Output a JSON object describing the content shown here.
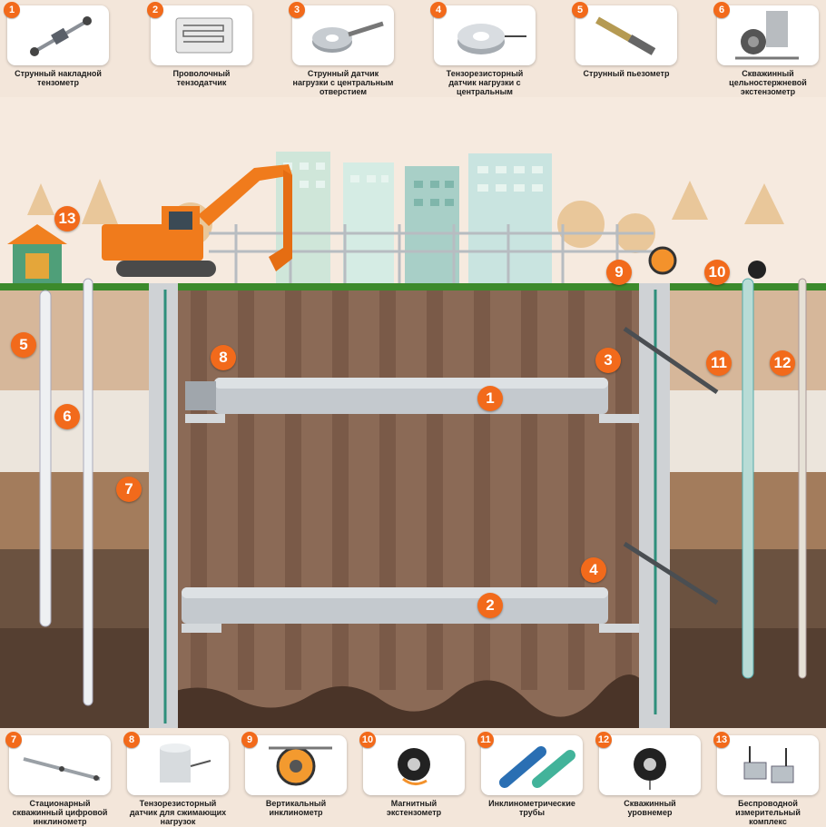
{
  "colors": {
    "accent": "#f26a1b",
    "band": "#f3e6da",
    "grass": "#3c8a2c",
    "sky": "#f6eadf"
  },
  "top_cards": [
    {
      "num": "1",
      "label": "Струнный накладной\nтензометр",
      "icon": "vibrating-wire-strain-gauge-icon"
    },
    {
      "num": "2",
      "label": "Проволочный\nтензодатчик",
      "icon": "wire-strain-gauge-icon"
    },
    {
      "num": "3",
      "label": "Струнный датчик\nнагрузки с центральным\nотверстием",
      "icon": "vw-load-cell-icon"
    },
    {
      "num": "4",
      "label": "Тензорезисторный\nдатчик нагрузки с\nцентральным отверстием",
      "icon": "resistive-load-cell-icon"
    },
    {
      "num": "5",
      "label": "Струнный пьезометр",
      "icon": "piezometer-icon"
    },
    {
      "num": "6",
      "label": "Скважинный\nцельностержневой\nэкстензометр",
      "icon": "rod-extensometer-icon"
    }
  ],
  "bottom_cards": [
    {
      "num": "7",
      "label": "Стационарный\nскважинный цифровой\nинклинометр",
      "icon": "in-place-inclinometer-icon"
    },
    {
      "num": "8",
      "label": "Тензорезисторный\nдатчик для сжимающих\nнагрузок",
      "icon": "compression-load-cell-icon"
    },
    {
      "num": "9",
      "label": "Вертикальный\nинклинометр",
      "icon": "vertical-inclinometer-icon"
    },
    {
      "num": "10",
      "label": "Магнитный\nэкстензометр",
      "icon": "magnetic-extensometer-icon"
    },
    {
      "num": "11",
      "label": "Инклинометрические\nтрубы",
      "icon": "inclinometer-casing-icon"
    },
    {
      "num": "12",
      "label": "Скважинный\nуровнемер",
      "icon": "water-level-meter-icon"
    },
    {
      "num": "13",
      "label": "Беспроводной\nизмерительный\nкомплекс",
      "icon": "wireless-system-icon"
    }
  ],
  "scene_markers": [
    {
      "num": "13"
    },
    {
      "num": "5"
    },
    {
      "num": "6"
    },
    {
      "num": "7"
    },
    {
      "num": "8"
    },
    {
      "num": "1"
    },
    {
      "num": "2"
    },
    {
      "num": "3"
    },
    {
      "num": "4"
    },
    {
      "num": "9"
    },
    {
      "num": "10"
    },
    {
      "num": "11"
    },
    {
      "num": "12"
    }
  ]
}
